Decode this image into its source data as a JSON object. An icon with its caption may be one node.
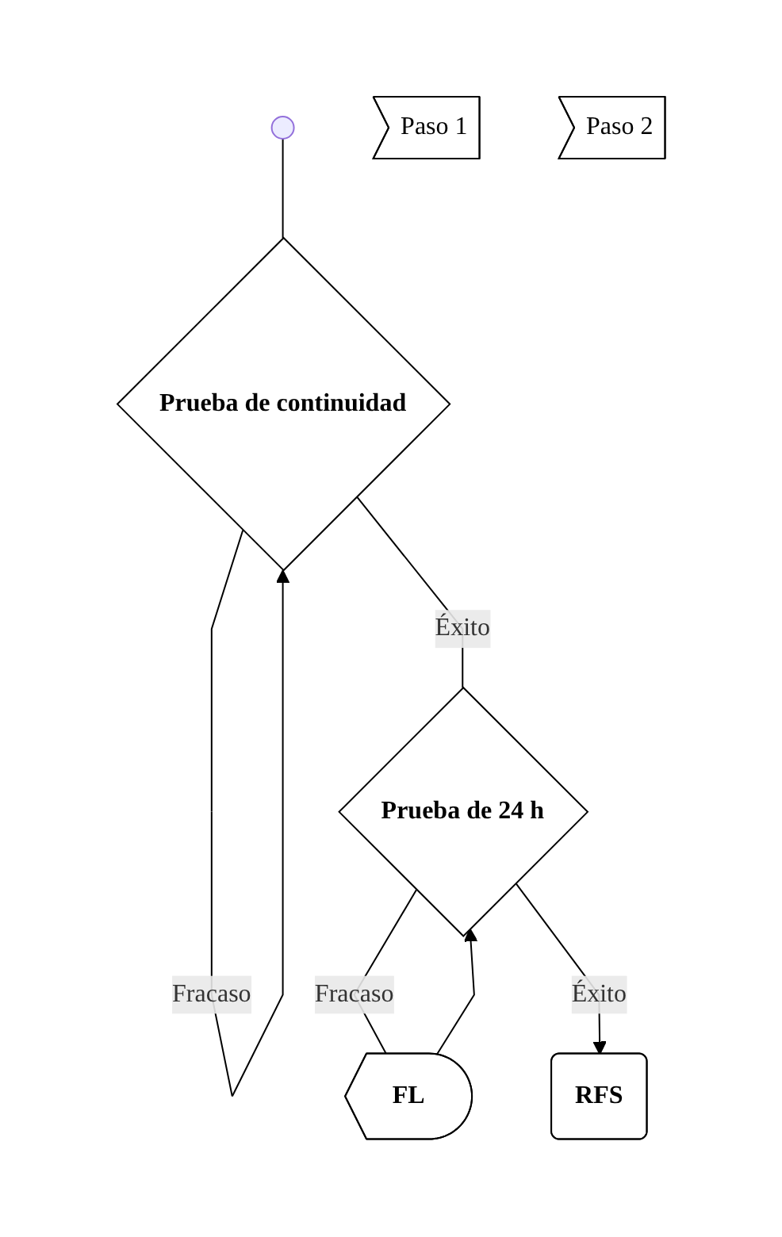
{
  "diagram": {
    "nodes": [
      {
        "text": [],
        "shape": "circle"
      },
      {
        "text": [
          "Paso 1"
        ]
      },
      {
        "text": [
          "Prueba de continuidad"
        ]
      },
      {
        "text": [
          "Paso 2"
        ]
      },
      {
        "text": [
          "Prueba de 24 h"
        ]
      },
      {
        "text": [
          "FL"
        ]
      },
      {
        "text": [
          "RFS"
        ]
      }
    ],
    "edges": [
      {
        "from": 0,
        "to": 2,
        "arrow": "none"
      },
      {
        "from": 2,
        "to": 2,
        "arrow": "to",
        "label": "Fracaso"
      },
      {
        "from": 2,
        "to": 4,
        "arrow": "none",
        "label": "Éxito"
      },
      {
        "from": 4,
        "to": 5,
        "arrow": "none",
        "label": "Fracaso"
      },
      {
        "from": 5,
        "to": 4,
        "arrow": "to"
      },
      {
        "from": 4,
        "to": 6,
        "arrow": "to",
        "label": "Éxito"
      }
    ]
  }
}
